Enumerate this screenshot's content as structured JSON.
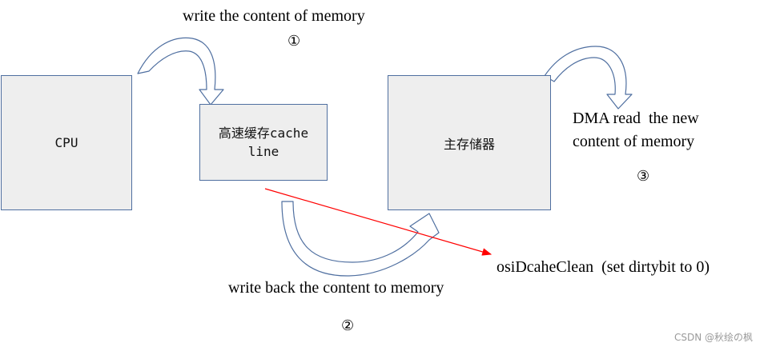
{
  "cpu": {
    "label": "CPU"
  },
  "cache": {
    "label": "高速缓存cache line"
  },
  "memory": {
    "label": "主存储器"
  },
  "step1": {
    "text": "write the content of memory",
    "marker": "①"
  },
  "step2": {
    "text": "write back the content to memory",
    "marker": "②"
  },
  "step3": {
    "line1": "DMA read  the new",
    "line2": "content of memory",
    "marker": "③"
  },
  "clean_call": {
    "text": "osiDcaheClean  (set dirtybit to 0)"
  },
  "watermark": {
    "text": "CSDN @秋绘の枫"
  },
  "colors": {
    "box_fill": "#eeeeee",
    "box_border": "#4f6fa0",
    "arrow_red": "#ff0000"
  }
}
